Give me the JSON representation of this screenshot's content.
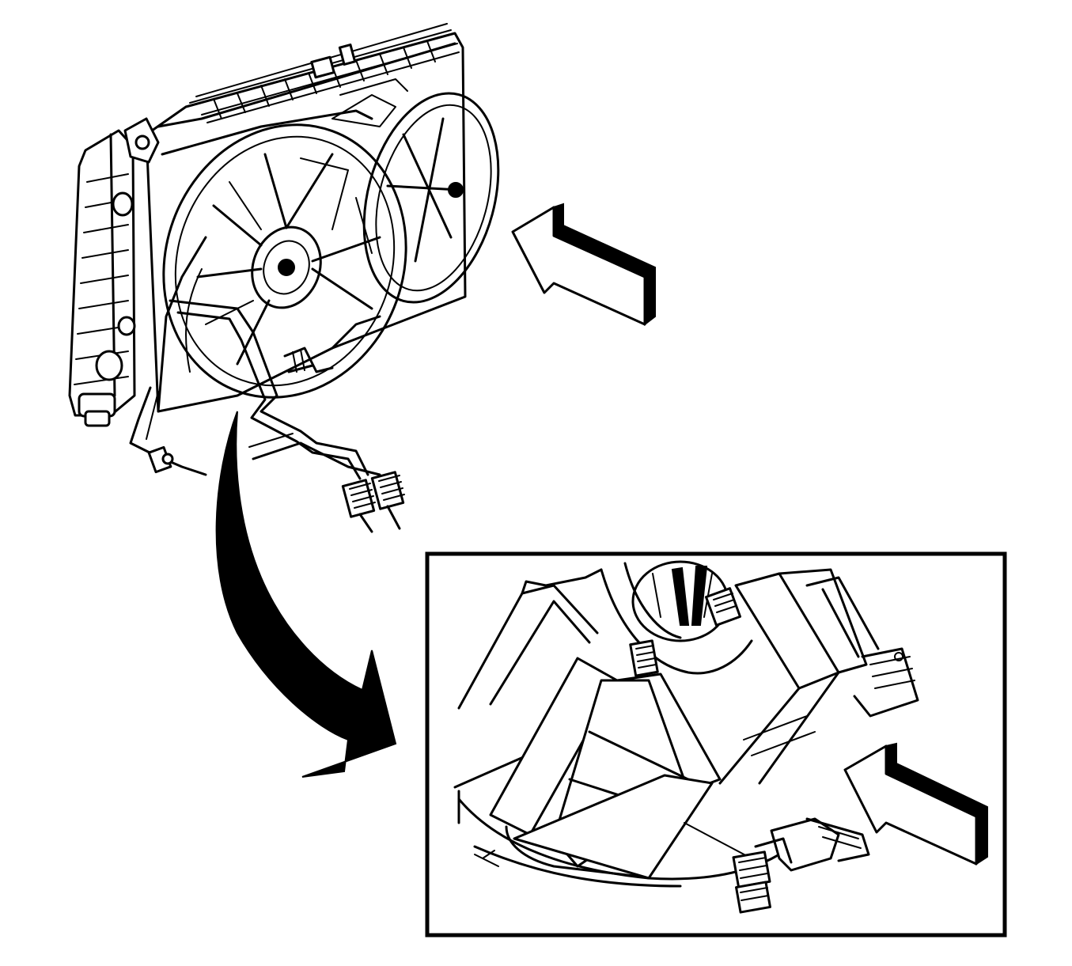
{
  "illustration": {
    "ink_color": "#000000",
    "paper_color": "#ffffff",
    "parts": [
      "radiator",
      "cooling-fan-shroud",
      "fan-assembly",
      "coolant-hoses",
      "transmission-cooler-lines",
      "wiring-harness",
      "electrical-connector"
    ],
    "callouts": {
      "view_arrow_top": "hollow-arrow-icon",
      "view_arrow_detail": "hollow-arrow-icon",
      "transition_arrow": "curved-arrow-icon"
    }
  }
}
